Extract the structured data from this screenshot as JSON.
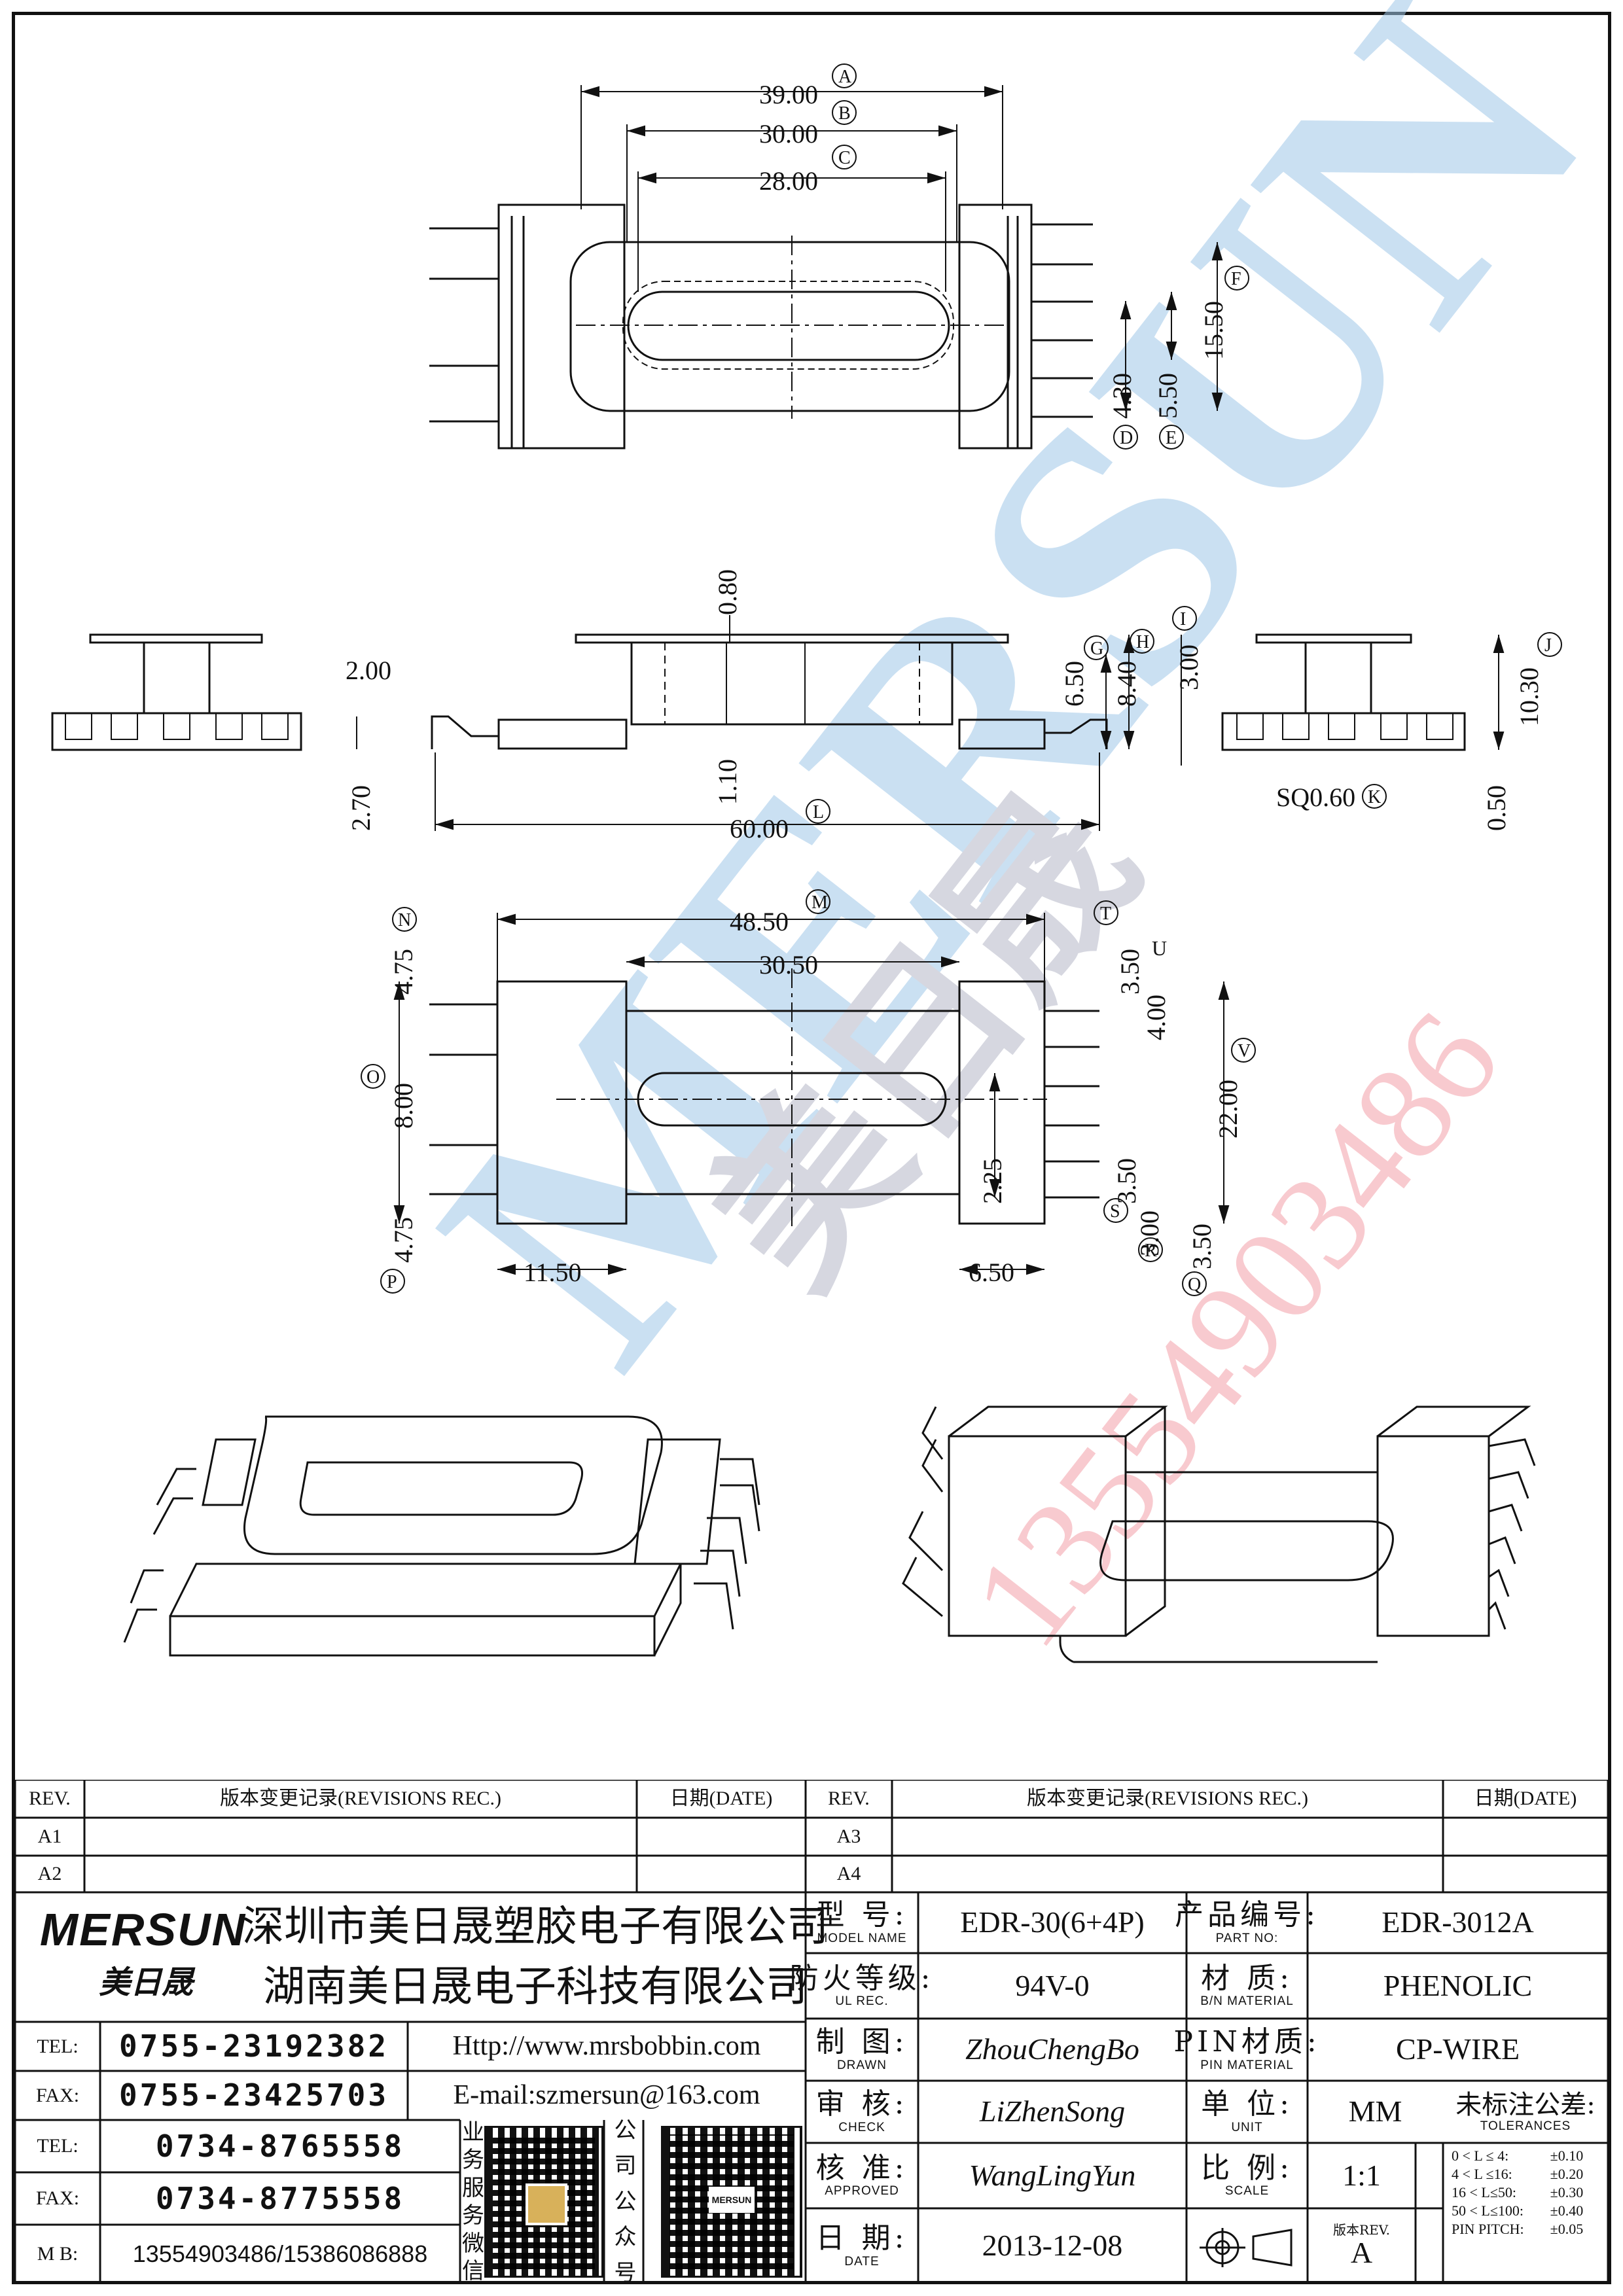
{
  "watermark": {
    "brand": "MERSUN",
    "cn": "美日晟",
    "phone": "13554903486"
  },
  "dimensions": {
    "top_view": [
      {
        "id": "A",
        "value": "39.00"
      },
      {
        "id": "B",
        "value": "30.00"
      },
      {
        "id": "C",
        "value": "28.00"
      },
      {
        "id": "F",
        "value": "15.50"
      },
      {
        "id": "D",
        "value": "4.30"
      },
      {
        "id": "E",
        "value": "5.50"
      }
    ],
    "side_view": [
      {
        "id": "",
        "value": "2.00"
      },
      {
        "id": "",
        "value": "0.80"
      },
      {
        "id": "G",
        "value": "6.50"
      },
      {
        "id": "H",
        "value": "8.40"
      },
      {
        "id": "I",
        "value": "3.00"
      },
      {
        "id": "J",
        "value": "10.30"
      },
      {
        "id": "",
        "value": "2.70"
      },
      {
        "id": "",
        "value": "1.10"
      },
      {
        "id": "L",
        "value": "60.00"
      },
      {
        "id": "K",
        "value": "SQ0.60"
      },
      {
        "id": "",
        "value": "0.50"
      }
    ],
    "bottom_view": [
      {
        "id": "M",
        "value": "48.50"
      },
      {
        "id": "",
        "value": "30.50"
      },
      {
        "id": "N",
        "value": "4.75"
      },
      {
        "id": "O",
        "value": "8.00"
      },
      {
        "id": "P",
        "value": "4.75"
      },
      {
        "id": "T",
        "value": "3.50"
      },
      {
        "id": "U",
        "value": "4.00"
      },
      {
        "id": "V",
        "value": "22.00"
      },
      {
        "id": "",
        "value": "2.25"
      },
      {
        "id": "S",
        "value": "3.50"
      },
      {
        "id": "R",
        "value": "3.00"
      },
      {
        "id": "Q",
        "value": "3.50"
      },
      {
        "id": "",
        "value": "11.50"
      },
      {
        "id": "",
        "value": "6.50"
      }
    ]
  },
  "revisions_left": {
    "header": {
      "rev": "REV.",
      "record": "版本变更记录(REVISIONS REC.)",
      "date": "日期(DATE)"
    },
    "rows": [
      {
        "rev": "A1",
        "record": "",
        "date": ""
      },
      {
        "rev": "A2",
        "record": "",
        "date": ""
      }
    ]
  },
  "revisions_right": {
    "header": {
      "rev": "REV.",
      "record": "版本变更记录(REVISIONS REC.)",
      "date": "日期(DATE)"
    },
    "rows": [
      {
        "rev": "A3",
        "record": "",
        "date": ""
      },
      {
        "rev": "A4",
        "record": "",
        "date": ""
      }
    ]
  },
  "company": {
    "logo_text": "MERSUN",
    "logo_cn": "美日晟",
    "name1": "深圳市美日晟塑胶电子有限公司",
    "name2": "湖南美日晟电子科技有限公司"
  },
  "contacts": [
    {
      "label": "TEL:",
      "value": "0755-23192382"
    },
    {
      "label": "FAX:",
      "value": "0755-23425703"
    },
    {
      "label": "TEL:",
      "value": "0734-8765558"
    },
    {
      "label": "FAX:",
      "value": "0734-8775558"
    },
    {
      "label": "M B:",
      "value": "13554903486/15386086888"
    }
  ],
  "web": {
    "url": "Http://www.mrsbobbin.com",
    "email": "E-mail:szmersun@163.com"
  },
  "qr": {
    "business_label": "业务服务微信",
    "public_label": "公司公众号",
    "qr_logo": "MERSUN"
  },
  "spec": {
    "model_label_cn": "型  号:",
    "model_label_en": "MODEL NAME",
    "model_value": "EDR-30(6+4P)",
    "part_label_cn": "产品编号:",
    "part_label_en": "PART NO:",
    "part_value": "EDR-3012A",
    "ul_label_cn": "防火等级:",
    "ul_label_en": "UL REC.",
    "ul_value": "94V-0",
    "material_label_cn": "材  质:",
    "material_label_en": "B/N MATERIAL",
    "material_value": "PHENOLIC",
    "drawn_label_cn": "制  图:",
    "drawn_label_en": "DRAWN",
    "drawn_value": "ZhouChengBo",
    "pin_label_cn": "PIN材质:",
    "pin_label_en": "PIN MATERIAL",
    "pin_value": "CP-WIRE",
    "check_label_cn": "审  核:",
    "check_label_en": "CHECK",
    "check_value": "LiZhenSong",
    "unit_label_cn": "单  位:",
    "unit_label_en": "UNIT",
    "unit_value": "MM",
    "tol_label_cn": "未标注公差:",
    "tol_label_en": "TOLERANCES",
    "approved_label_cn": "核  准:",
    "approved_label_en": "APPROVED",
    "approved_value": "WangLingYun",
    "scale_label_cn": "比  例:",
    "scale_label_en": "SCALE",
    "scale_value": "1:1",
    "date_label_cn": "日  期:",
    "date_label_en": "DATE",
    "date_value": "2013-12-08",
    "rev_label": "版本REV.",
    "rev_value": "A"
  },
  "tolerances": [
    {
      "range": "0 < L ≤  4:",
      "value": "±0.10"
    },
    {
      "range": "4 < L ≤16:",
      "value": "±0.20"
    },
    {
      "range": "16 < L≤50:",
      "value": "±0.30"
    },
    {
      "range": "50 < L≤100:",
      "value": "±0.40"
    },
    {
      "range": "PIN PITCH:",
      "value": "±0.05"
    }
  ]
}
